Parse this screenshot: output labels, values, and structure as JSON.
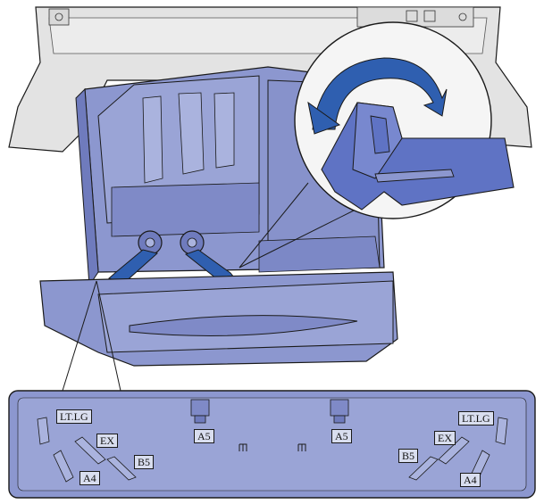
{
  "guide_labels": {
    "lt_lg_left": "LT.LG",
    "ex_left": "EX",
    "a4_left": "A4",
    "b5_left": "B5",
    "a5_left": "A5",
    "a5_right": "A5",
    "lt_lg_right": "LT.LG",
    "ex_right": "EX",
    "b5_right": "B5",
    "a4_right": "A4"
  },
  "colors": {
    "tray_blue": "#8c97cf",
    "tray_light": "#aab3de",
    "tray_dark": "#6f7bbd",
    "printer_gray": "#e3e3e3",
    "arrow_blue": "#2f5fb0",
    "outline": "#1a1a1a"
  }
}
